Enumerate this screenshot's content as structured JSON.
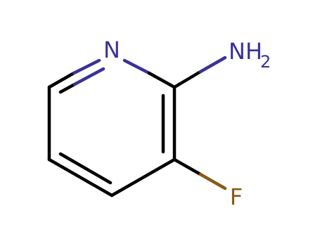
{
  "molecule": {
    "colors": {
      "background": "#ffffff",
      "carbon_bond": "#000000",
      "nitrogen": "#3a3296",
      "fluorine": "#8a5a14"
    },
    "atoms": {
      "ring_nitrogen": {
        "symbol": "N"
      },
      "amino": {
        "symbol": "NH",
        "subscript": "2"
      },
      "fluorine": {
        "symbol": "F"
      }
    }
  }
}
